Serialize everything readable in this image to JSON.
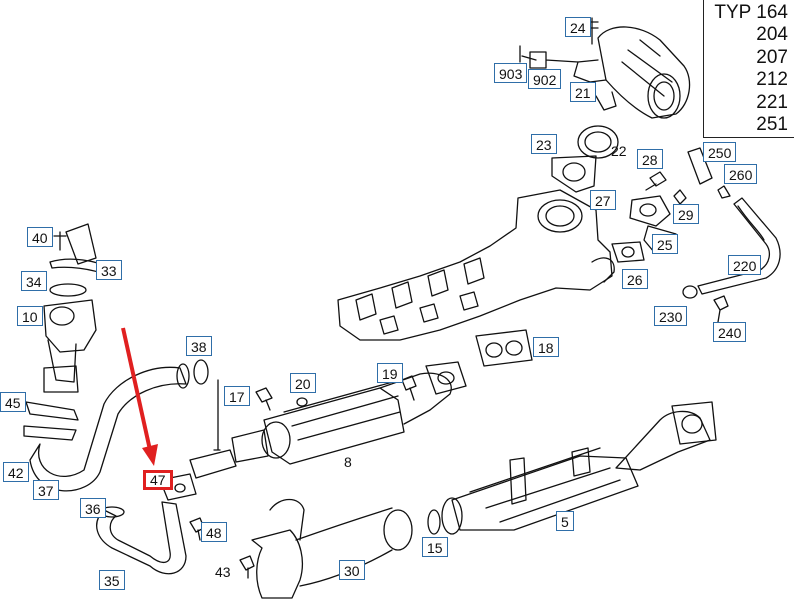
{
  "type_box": {
    "label": "TYP",
    "codes": [
      "164",
      "204",
      "207",
      "212",
      "221",
      "251"
    ]
  },
  "parts": {
    "p24": "24",
    "p903": "903",
    "p902": "902",
    "p21": "21",
    "p22": "22",
    "p23": "23",
    "p28": "28",
    "p250": "250",
    "p260": "260",
    "p27": "27",
    "p29": "29",
    "p25": "25",
    "p26": "26",
    "p40": "40",
    "p33": "33",
    "p34": "34",
    "p10": "10",
    "p220": "220",
    "p230": "230",
    "p240": "240",
    "p38": "38",
    "p18": "18",
    "p19": "19",
    "p20": "20",
    "p17": "17",
    "p45": "45",
    "p8": "8",
    "p42": "42",
    "p37": "37",
    "p47": "47",
    "p36": "36",
    "p48": "48",
    "p5": "5",
    "p15": "15",
    "p43": "43",
    "p35": "35",
    "p30": "30"
  },
  "colors": {
    "label_border": "#2f6ea8",
    "highlight": "#e02020",
    "line": "#111111"
  }
}
